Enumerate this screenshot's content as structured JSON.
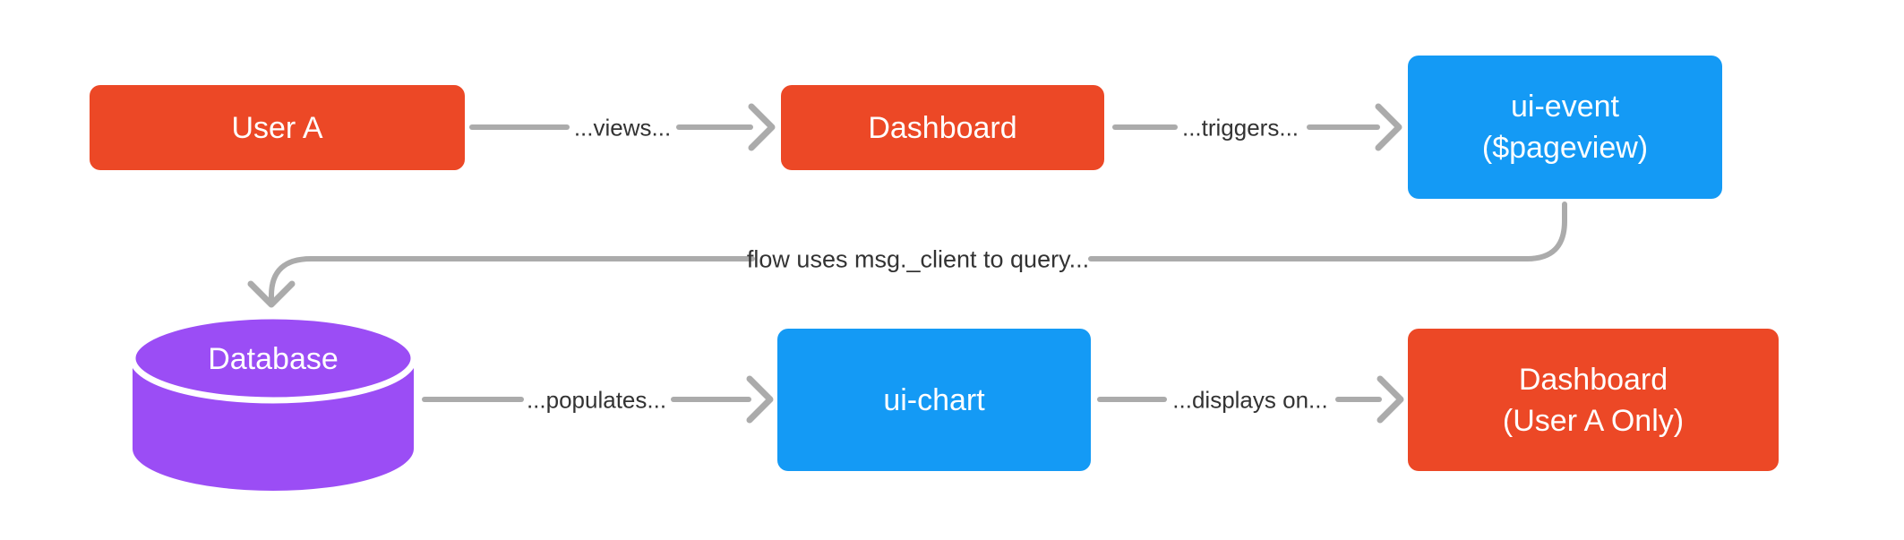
{
  "colors": {
    "canvas-bg": "#FFFFFF",
    "node-red": "#EC4826",
    "node-blue": "#149AF5",
    "node-purple": "#9B4DF5",
    "node-text": "#FFFFFF",
    "edge-gray": "#ABABAB",
    "edge-label": "#333333"
  },
  "nodes": {
    "user_a": {
      "label": "User A"
    },
    "dashboard": {
      "label": "Dashboard"
    },
    "ui_event": {
      "line1": "ui-event",
      "line2": "($pageview)"
    },
    "database": {
      "label": "Database"
    },
    "ui_chart": {
      "label": "ui-chart"
    },
    "dashboard_user_a": {
      "line1": "Dashboard",
      "line2": "(User A Only)"
    }
  },
  "edges": {
    "views": {
      "label": "...views...",
      "from": "User A",
      "to": "Dashboard"
    },
    "triggers": {
      "label": "...triggers...",
      "from": "Dashboard",
      "to": "ui-event ($pageview)"
    },
    "query": {
      "label": "flow uses msg._client to query...",
      "from": "ui-event ($pageview)",
      "to": "Database"
    },
    "populates": {
      "label": "...populates...",
      "from": "Database",
      "to": "ui-chart"
    },
    "displays_on": {
      "label": "...displays on...",
      "from": "ui-chart",
      "to": "Dashboard (User A Only)"
    }
  }
}
